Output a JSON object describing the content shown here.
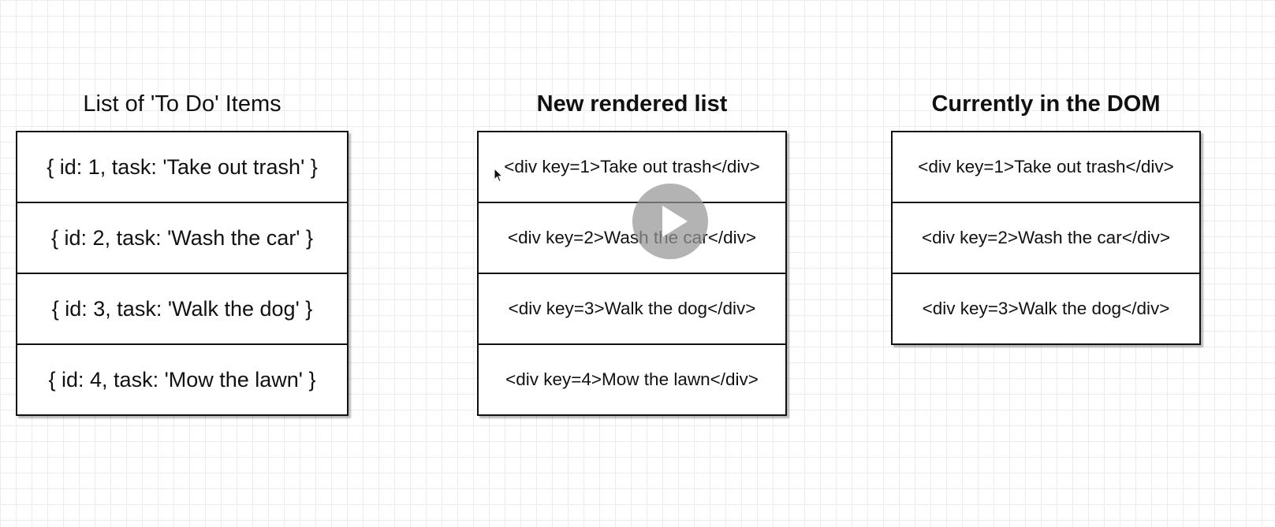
{
  "panels": [
    {
      "title": "List of 'To Do' Items",
      "rows": [
        "{ id: 1, task: 'Take out trash' }",
        "{ id: 2, task: 'Wash the car' }",
        "{ id: 3, task: 'Walk the dog' }",
        "{ id: 4, task: 'Mow the lawn' }"
      ]
    },
    {
      "title": "New rendered list",
      "rows": [
        "<div key=1>Take out trash</div>",
        "<div key=2>Wash the car</div>",
        "<div key=3>Walk the dog</div>",
        "<div key=4>Mow the lawn</div>"
      ]
    },
    {
      "title": "Currently in the DOM",
      "rows": [
        "<div key=1>Take out trash</div>",
        "<div key=2>Wash the car</div>",
        "<div key=3>Walk the dog</div>"
      ]
    }
  ],
  "overlay": {
    "play_icon": "play-icon",
    "cursor_icon": "mouse-cursor-icon"
  }
}
